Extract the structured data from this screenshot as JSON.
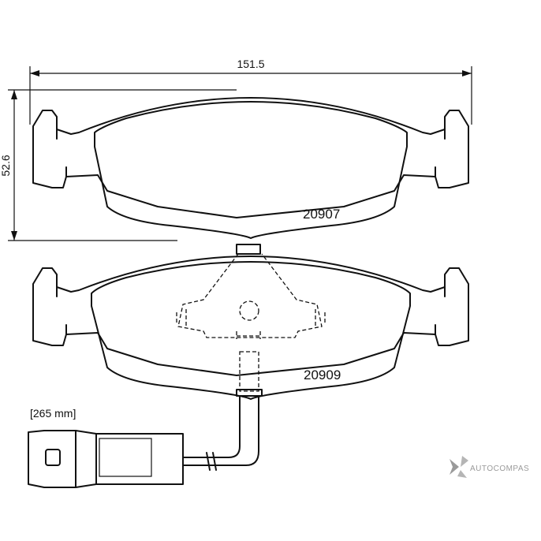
{
  "dimensions": {
    "width_label": "151.5",
    "height_label": "52.6"
  },
  "parts": {
    "top_pad_number": "20907",
    "bottom_pad_number": "20909"
  },
  "sensor": {
    "cable_length_label": "[265 mm]"
  },
  "watermark": {
    "text": "AUTOCOMPAS",
    "icon": "autocompas-logo-icon"
  },
  "colors": {
    "line": "#111111",
    "watermark": "#9a9a9a",
    "background": "#ffffff"
  }
}
